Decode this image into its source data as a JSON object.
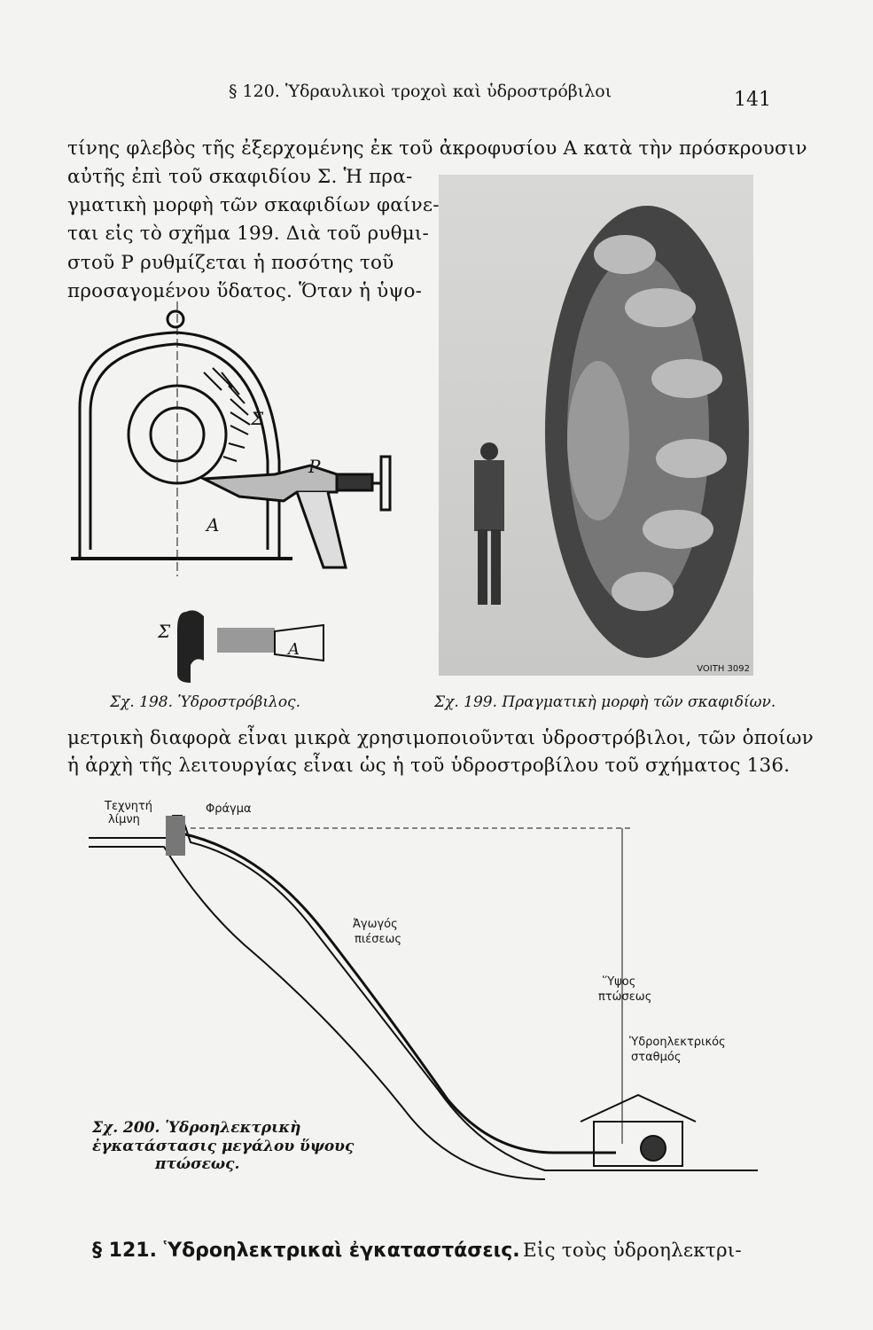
{
  "header": {
    "running_title": "§ 120. Ὑδραυλικοὶ τροχοὶ καὶ ὑδροστρόβιλοι",
    "page_number": "141"
  },
  "paragraph1": [
    "τίνης φλεβὸς τῆς ἐξερχομένης ἐκ τοῦ ἀκροφυσίου A κατὰ τὴν πρόσκρουσιν",
    "αὐτῆς ἐπὶ τοῦ σκαφιδίου Σ. Ἡ πρα-",
    "γματικὴ μορφὴ τῶν σκαφιδίων φαίνε-",
    "ται εἰς τὸ σχῆμα 199. Διὰ τοῦ ρυθμι-",
    "στοῦ P ρυθμίζεται ἡ ποσότης τοῦ",
    "προσαγομένου ὕδατος. Ὅταν ἡ ὑψο-"
  ],
  "fig198": {
    "labels": {
      "sigma": "Σ",
      "p": "P",
      "a": "A",
      "sigma2": "Σ",
      "a2": "A"
    },
    "caption": "Σχ. 198. Ὑδροστρόβιλος."
  },
  "fig199": {
    "photo_mark": "VOITH 3092",
    "caption": "Σχ. 199. Πραγματικὴ μορφὴ τῶν σκαφιδίων."
  },
  "paragraph2": [
    "μετρικὴ διαφορὰ εἶναι μικρὰ χρησιμοποιοῦνται ὑδροστρόβιλοι, τῶν ὁποίων",
    "ἡ ἀρχὴ τῆς λειτουργίας εἶναι ὡς ἡ τοῦ ὑδροστροβίλου τοῦ σχήματος 136."
  ],
  "fig200": {
    "labels": {
      "lake1": "Τεχνητή",
      "lake2": "λίμνη",
      "dam": "Φράγμα",
      "pipe1": "Ἀγωγός",
      "pipe2": "πιέσεως",
      "height1": "Ὕψος",
      "height2": "πτώσεως",
      "station1": "Ὑδροηλεκτρικός",
      "station2": "σταθμός"
    },
    "caption": [
      "Σχ. 200. Ὑδροηλεκτρικὴ",
      "ἐγκατάστασις μεγάλου ὕψους",
      "πτώσεως."
    ]
  },
  "section121": {
    "title": "§ 121. Ὑδροηλεκτρικαὶ ἐγκαταστάσεις.",
    "continuation": "Εἰς τοὺς ὑδροηλεκτρι-"
  }
}
